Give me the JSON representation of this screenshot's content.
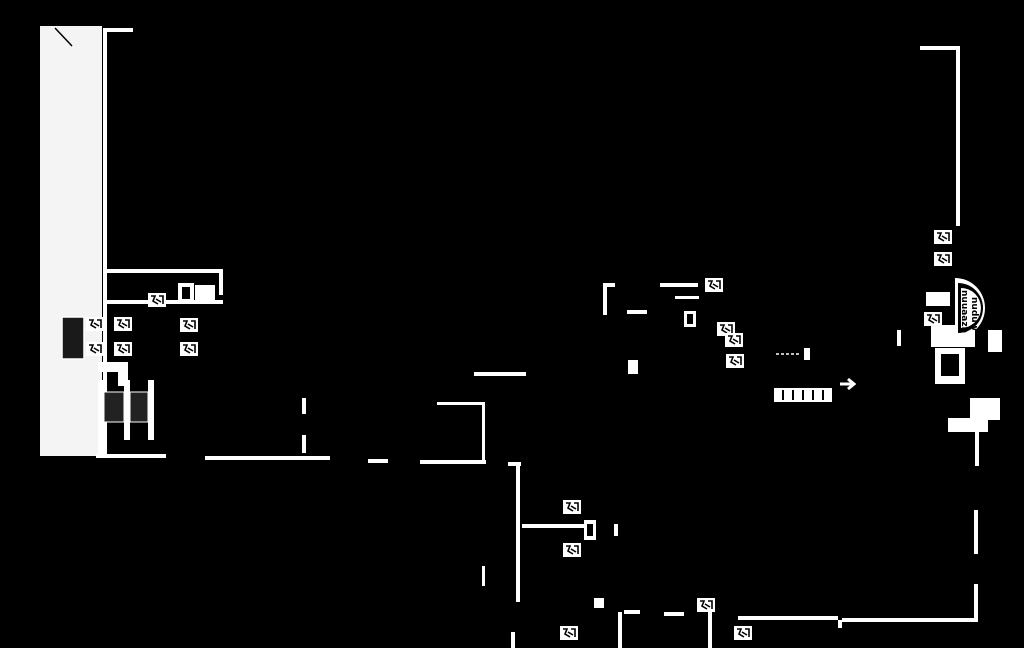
{
  "diagram": {
    "type": "floor-plan",
    "background_color": "#000000",
    "line_color": "#ffffff",
    "icons": {
      "symbol": "stair-exit-icon",
      "arrow": "arrow-right-icon"
    },
    "seal_text": [
      "nuduw",
      "nuuaazn"
    ]
  }
}
